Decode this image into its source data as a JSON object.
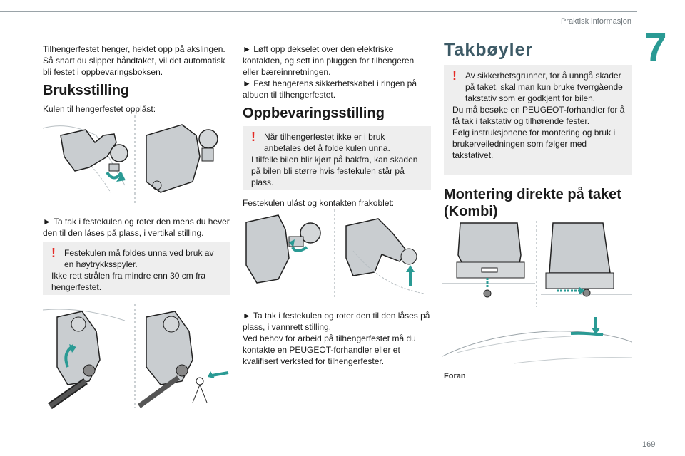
{
  "header": {
    "section": "Praktisk informasjon",
    "chapter": "7",
    "page": "169"
  },
  "col1": {
    "intro": "Tilhengerfestet henger, hektet opp på akslingen. Så snart du slipper håndtaket, vil det automatisk bli festet i oppbevaringsboksen.",
    "h_bruk": "Bruksstilling",
    "kula_opplast": "Kulen til hengerfestet opplåst:",
    "step1": "► Ta tak i festekulen og roter den mens du hever den til den låses på plass, i vertikal stilling.",
    "warn_line1": "Festekulen må foldes unna ved bruk av en høytrykksspyler.",
    "warn_line2": "Ikke rett strålen fra mindre enn 30 cm fra hengerfestet."
  },
  "col2": {
    "step_a": "► Løft opp dekselet over den elektriske kontakten, og sett inn pluggen for tilhengeren eller bæreinnretningen.",
    "step_b": "► Fest hengerens sikkerhetskabel i ringen på albuen til tilhengerfestet.",
    "h_oppb": "Oppbevaringsstilling",
    "warn_line1": "Når tilhengerfestet ikke er i bruk anbefales det å folde kulen unna.",
    "warn_line2": "I tilfelle bilen blir kjørt på bakfra, kan skaden på bilen bli større hvis festekulen står på plass.",
    "kula_last": "Festekulen ulåst og kontakten frakoblet:",
    "step_c": "► Ta tak i festekulen og roter den til den låses på plass, i vannrett stilling.",
    "ved_behov": "Ved behov for arbeid på tilhengerfestet må du kontakte en PEUGEOT-forhandler eller et kvalifisert verksted for tilhengerfester."
  },
  "col3": {
    "h_takboyler": "Takbøyler",
    "warn_line1": "Av sikkerhetsgrunner, for å unngå skader på taket, skal man kun bruke tverrgående takstativ som er godkjent for bilen.",
    "warn_line2": "Du må besøke en PEUGEOT-forhandler for å få tak i takstativ og tilhørende fester.",
    "warn_line3": "Følg instruksjonene for montering og bruk  i brukerveiledningen som følger med takstativet.",
    "h_montering": "Montering direkte på taket (Kombi)",
    "caption": "Foran"
  },
  "colors": {
    "accent": "#2a9a94",
    "warning": "#e42a25",
    "heading": "#3d5a66",
    "box": "#eeeeee"
  },
  "icons": [
    "warning-icon",
    "arrow-icon"
  ]
}
